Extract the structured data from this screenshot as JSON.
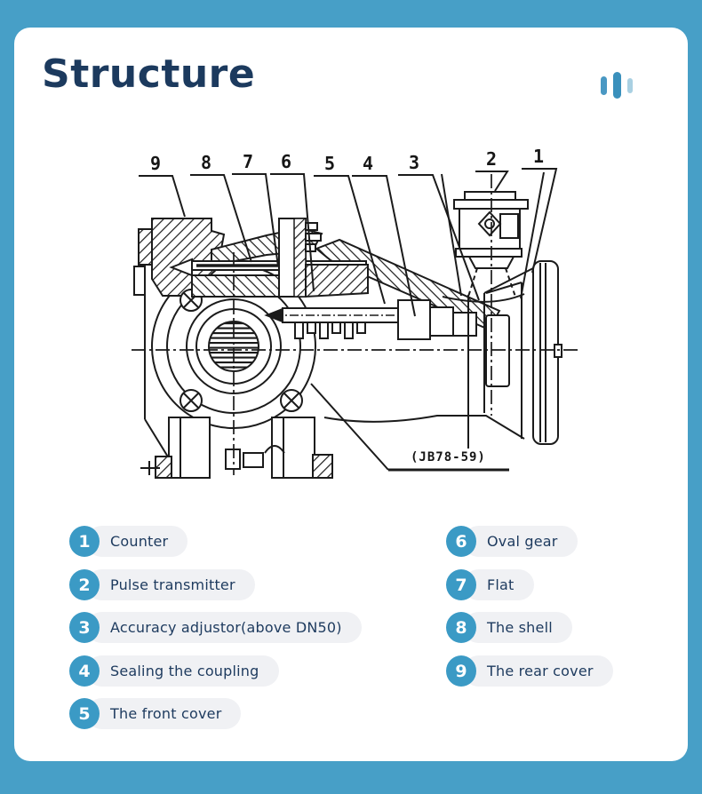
{
  "header": {
    "title": "Structure"
  },
  "colors": {
    "background": "#479fc7",
    "card": "#ffffff",
    "title_text": "#1c3a5e",
    "legend_badge": "#3b9ac5",
    "legend_pill": "#f0f1f4",
    "drawing_ink": "#1b1b1b"
  },
  "decor": {
    "icon": "equalizer-bars-icon"
  },
  "diagram": {
    "callout_labels": [
      "9",
      "8",
      "7",
      "6",
      "5",
      "4",
      "3",
      "2",
      "1"
    ],
    "model_label": "(JB78-59)"
  },
  "legend": {
    "left": [
      {
        "num": "1",
        "label": "Counter"
      },
      {
        "num": "2",
        "label": "Pulse transmitter"
      },
      {
        "num": "3",
        "label": "Accuracy adjustor(above DN50)"
      },
      {
        "num": "4",
        "label": "Sealing the coupling"
      },
      {
        "num": "5",
        "label": "The front cover"
      }
    ],
    "right": [
      {
        "num": "6",
        "label": "Oval gear"
      },
      {
        "num": "7",
        "label": "Flat"
      },
      {
        "num": "8",
        "label": "The shell"
      },
      {
        "num": "9",
        "label": "The rear cover"
      }
    ]
  }
}
